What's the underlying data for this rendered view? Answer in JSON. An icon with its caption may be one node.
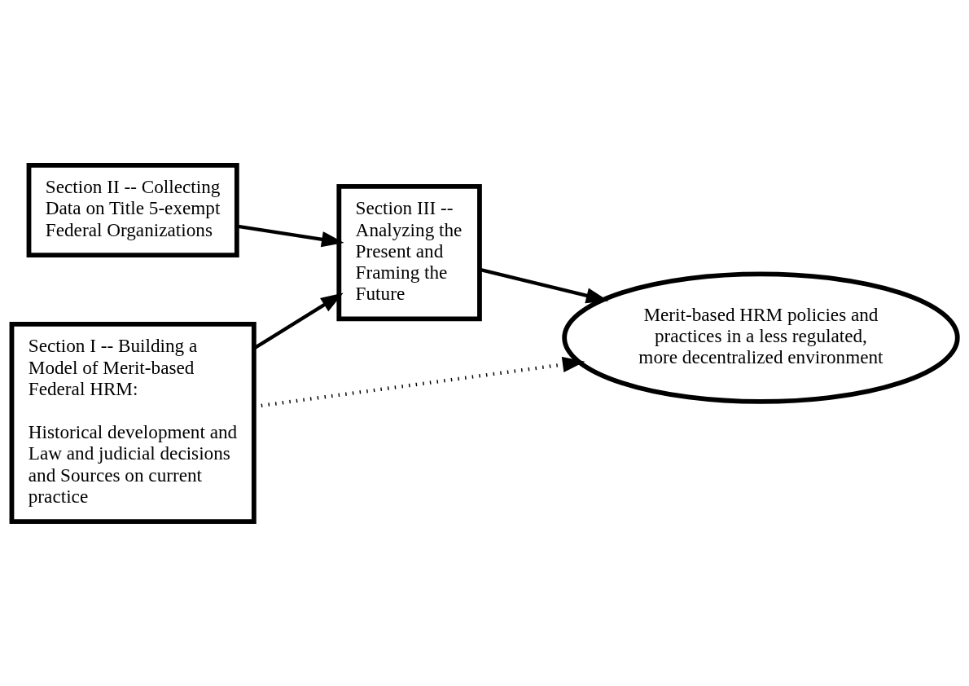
{
  "diagram": {
    "nodes": [
      {
        "text": [
          "Section I -- Building a Model of Merit-based Federal HRM:",
          "Historical development and Law and judicial decisions and Sources on current practice"
        ]
      },
      {
        "text": [
          "Section II -- Collecting Data on Title 5-exempt Federal Organizations"
        ]
      },
      {
        "text": [
          "Section III -- Analyzing the Present and Framing the Future"
        ]
      },
      {
        "text": [
          "Merit-based HRM policies and practices in a less regulated, more decentralized environment"
        ]
      }
    ],
    "edges": [
      {
        "from": 1,
        "to": 2,
        "arrow": "to"
      },
      {
        "from": 0,
        "to": 2,
        "arrow": "to"
      },
      {
        "from": 0,
        "to": 3,
        "arrow": "to",
        "style": "dashed"
      },
      {
        "from": 2,
        "to": 3,
        "arrow": "to"
      }
    ]
  }
}
